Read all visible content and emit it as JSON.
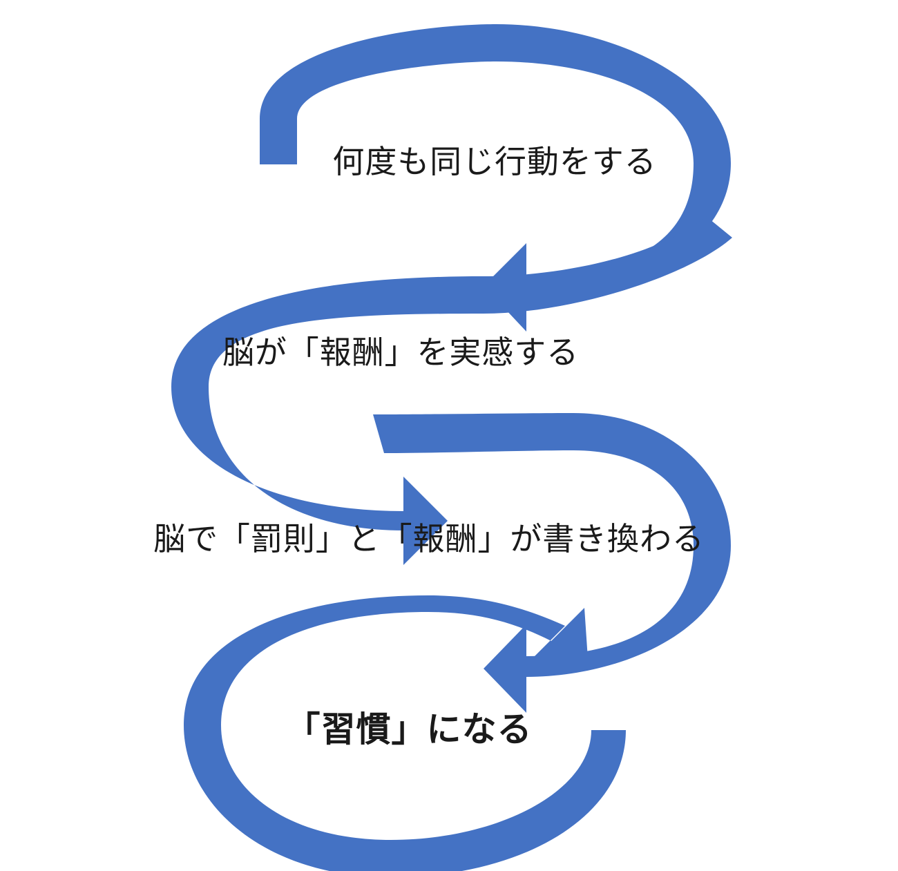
{
  "diagram": {
    "type": "cycle-flow",
    "background_color": "#ffffff",
    "arrow_color": "#4472C4",
    "text_color": "#1a1a1a",
    "steps": [
      {
        "order": 1,
        "label": "何度も同じ行動をする",
        "emphasis": "normal"
      },
      {
        "order": 2,
        "label": "脳が「報酬」を実感する",
        "emphasis": "normal"
      },
      {
        "order": 3,
        "label": "脳で「罰則」と「報酬」が書き換わる",
        "emphasis": "normal"
      },
      {
        "order": 4,
        "label": "「習慣」になる",
        "emphasis": "bold"
      }
    ],
    "arrows": [
      {
        "order": 1,
        "name": "circular-arrow-1",
        "direction": "clockwise-to-arrowhead-left"
      },
      {
        "order": 2,
        "name": "circular-arrow-2",
        "direction": "counterclockwise-to-arrowhead-right"
      },
      {
        "order": 3,
        "name": "circular-arrow-3",
        "direction": "clockwise-to-arrowhead-left"
      },
      {
        "order": 4,
        "name": "circular-arrow-4",
        "direction": "clockwise-to-arrowhead-left"
      }
    ]
  }
}
